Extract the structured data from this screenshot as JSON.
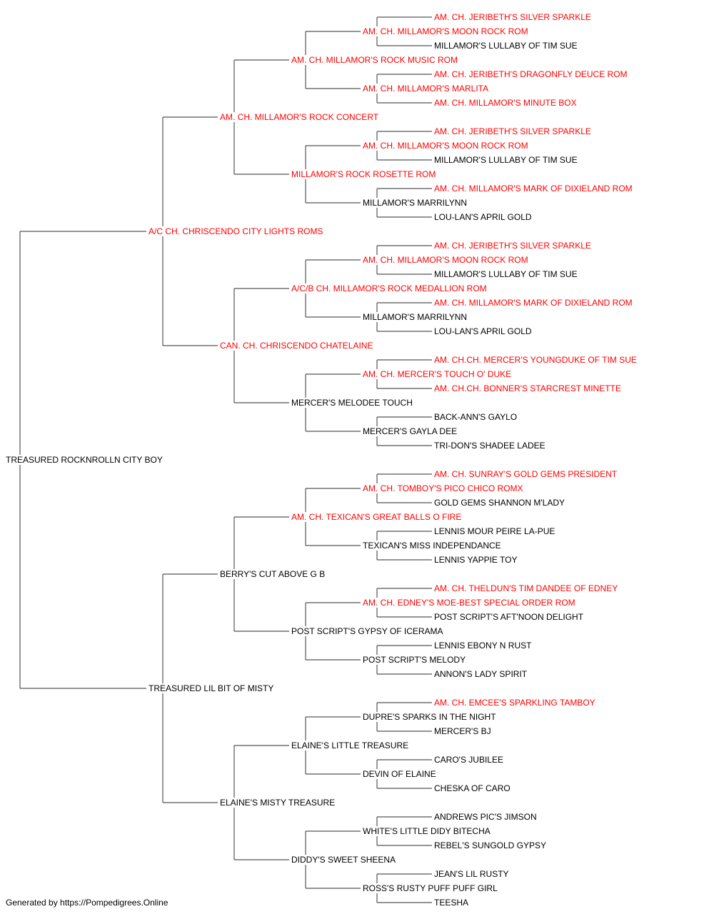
{
  "pedigree": {
    "name": "TREASURED ROCKNROLLN CITY BOY",
    "champion": false,
    "sire": {
      "name": "A/C CH. CHRISCENDO CITY LIGHTS ROMS",
      "champion": true,
      "sire": {
        "name": "AM. CH. MILLAMOR'S ROCK CONCERT",
        "champion": true,
        "sire": {
          "name": "AM. CH. MILLAMOR'S ROCK MUSIC ROM",
          "champion": true,
          "sire": {
            "name": "AM. CH. MILLAMOR'S MOON ROCK ROM",
            "champion": true,
            "sire": {
              "name": "AM. CH. JERIBETH'S SILVER SPARKLE",
              "champion": true
            },
            "dam": {
              "name": "MILLAMOR'S LULLABY OF TIM SUE",
              "champion": false
            }
          },
          "dam": {
            "name": "AM. CH. MILLAMOR'S MARLITA",
            "champion": true,
            "sire": {
              "name": "AM. CH. JERIBETH'S DRAGONFLY DEUCE ROM",
              "champion": true
            },
            "dam": {
              "name": "AM. CH. MILLAMOR'S MINUTE BOX",
              "champion": true
            }
          }
        },
        "dam": {
          "name": "MILLAMOR'S ROCK ROSETTE ROM",
          "champion": true,
          "sire": {
            "name": "AM. CH. MILLAMOR'S MOON ROCK ROM",
            "champion": true,
            "sire": {
              "name": "AM. CH. JERIBETH'S SILVER SPARKLE",
              "champion": true
            },
            "dam": {
              "name": "MILLAMOR'S LULLABY OF TIM SUE",
              "champion": false
            }
          },
          "dam": {
            "name": "MILLAMOR'S MARRILYNN",
            "champion": false,
            "sire": {
              "name": "AM. CH. MILLAMOR'S MARK OF DIXIELAND ROM",
              "champion": true
            },
            "dam": {
              "name": "LOU-LAN'S APRIL GOLD",
              "champion": false
            }
          }
        }
      },
      "dam": {
        "name": "CAN. CH. CHRISCENDO CHATELAINE",
        "champion": true,
        "sire": {
          "name": "A/C/B CH. MILLAMOR'S ROCK MEDALLION ROM",
          "champion": true,
          "sire": {
            "name": "AM. CH. MILLAMOR'S MOON ROCK ROM",
            "champion": true,
            "sire": {
              "name": "AM. CH. JERIBETH'S SILVER SPARKLE",
              "champion": true
            },
            "dam": {
              "name": "MILLAMOR'S LULLABY OF TIM SUE",
              "champion": false
            }
          },
          "dam": {
            "name": "MILLAMOR'S MARRILYNN",
            "champion": false,
            "sire": {
              "name": "AM. CH. MILLAMOR'S MARK OF DIXIELAND ROM",
              "champion": true
            },
            "dam": {
              "name": "LOU-LAN'S APRIL GOLD",
              "champion": false
            }
          }
        },
        "dam": {
          "name": "MERCER'S MELODEE TOUCH",
          "champion": false,
          "sire": {
            "name": "AM. CH. MERCER'S TOUCH O' DUKE",
            "champion": true,
            "sire": {
              "name": "AM. CH.CH. MERCER'S YOUNGDUKE OF TIM SUE",
              "champion": true
            },
            "dam": {
              "name": "AM. CH.CH. BONNER'S STARCREST MINETTE",
              "champion": true
            }
          },
          "dam": {
            "name": "MERCER'S GAYLA DEE",
            "champion": false,
            "sire": {
              "name": "BACK-ANN'S GAYLO",
              "champion": false
            },
            "dam": {
              "name": "TRI-DON'S SHADEE LADEE",
              "champion": false
            }
          }
        }
      }
    },
    "dam": {
      "name": "TREASURED LIL BIT OF MISTY",
      "champion": false,
      "sire": {
        "name": "BERRY'S CUT ABOVE G B",
        "champion": false,
        "sire": {
          "name": "AM. CH. TEXICAN'S GREAT BALLS O FIRE",
          "champion": true,
          "sire": {
            "name": "AM. CH. TOMBOY'S PICO CHICO ROMX",
            "champion": true,
            "sire": {
              "name": "AM. CH. SUNRAY'S GOLD GEMS PRESIDENT",
              "champion": true
            },
            "dam": {
              "name": "GOLD GEMS SHANNON M'LADY",
              "champion": false
            }
          },
          "dam": {
            "name": "TEXICAN'S MISS INDEPENDANCE",
            "champion": false,
            "sire": {
              "name": "LENNIS MOUR PEIRE LA-PUE",
              "champion": false
            },
            "dam": {
              "name": "LENNIS YAPPIE TOY",
              "champion": false
            }
          }
        },
        "dam": {
          "name": "POST SCRIPT'S GYPSY OF ICERAMA",
          "champion": false,
          "sire": {
            "name": "AM. CH. EDNEY'S MOE-BEST SPECIAL ORDER ROM",
            "champion": true,
            "sire": {
              "name": "AM. CH. THELDUN'S TIM DANDEE OF EDNEY",
              "champion": true
            },
            "dam": {
              "name": "POST SCRIPT'S AFT'NOON DELIGHT",
              "champion": false
            }
          },
          "dam": {
            "name": "POST SCRIPT'S MELODY",
            "champion": false,
            "sire": {
              "name": "LENNIS EBONY N RUST",
              "champion": false
            },
            "dam": {
              "name": "ANNON'S LADY SPIRIT",
              "champion": false
            }
          }
        }
      },
      "dam": {
        "name": "ELAINE'S MISTY TREASURE",
        "champion": false,
        "sire": {
          "name": "ELAINE'S LITTLE TREASURE",
          "champion": false,
          "sire": {
            "name": "DUPRE'S SPARKS IN THE NIGHT",
            "champion": false,
            "sire": {
              "name": "AM. CH. EMCEE'S SPARKLING TAMBOY",
              "champion": true
            },
            "dam": {
              "name": "MERCER'S BJ",
              "champion": false
            }
          },
          "dam": {
            "name": "DEVIN OF ELAINE",
            "champion": false,
            "sire": {
              "name": "CARO'S JUBILEE",
              "champion": false
            },
            "dam": {
              "name": "CHESKA OF CARO",
              "champion": false
            }
          }
        },
        "dam": {
          "name": "DIDDY'S SWEET SHEENA",
          "champion": false,
          "sire": {
            "name": "WHITE'S LITTLE DIDY BITECHA",
            "champion": false,
            "sire": {
              "name": "ANDREWS PIC'S JIMSON",
              "champion": false
            },
            "dam": {
              "name": "REBEL'S SUNGOLD GYPSY",
              "champion": false
            }
          },
          "dam": {
            "name": "ROSS'S RUSTY PUFF PUFF GIRL",
            "champion": false,
            "sire": {
              "name": "JEAN'S LIL RUSTY",
              "champion": false
            },
            "dam": {
              "name": "TEESHA",
              "champion": false
            }
          }
        }
      }
    }
  },
  "footer": "Generated by https://Pompedigrees.Online",
  "colors": {
    "champion": "#ff0000",
    "normal": "#000000",
    "line": "#555555"
  }
}
